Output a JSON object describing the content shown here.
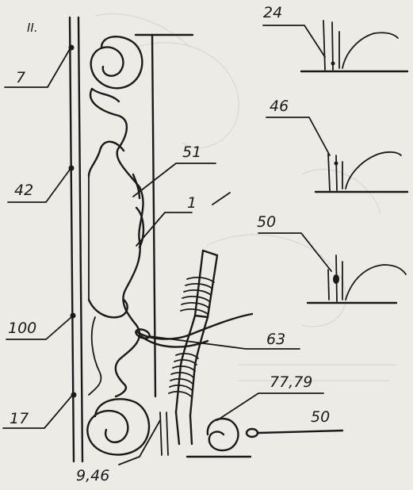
{
  "figure": {
    "number": "II."
  },
  "labels": {
    "l7": "7",
    "l42": "42",
    "l100": "100",
    "l17": "17",
    "l946": "9,46",
    "l51": "51",
    "l1": "1",
    "l63": "63",
    "l7779": "77,79",
    "l50b": "50",
    "l24": "24",
    "l46": "46",
    "l50c": "50"
  }
}
